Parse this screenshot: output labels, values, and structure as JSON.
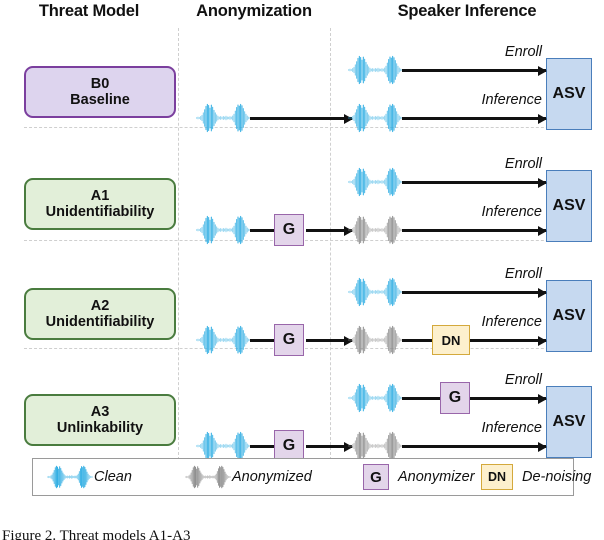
{
  "headers": {
    "threat_model": "Threat Model",
    "anonymization": "Anonymization",
    "speaker_inference": "Speaker Inference"
  },
  "labels": {
    "enroll": "Enroll",
    "inference": "Inference",
    "asv": "ASV",
    "anonymizer_symbol": "G",
    "denoise_symbol": "DN"
  },
  "colors": {
    "clean_wave": "#29ABE2",
    "anon_wave": "#8a8a8a",
    "baseline_fill": "#ddd4ee",
    "baseline_border": "#7b3f9e",
    "threat_fill": "#e2efd9",
    "threat_border": "#4a7c3f",
    "asv_fill": "#c6d9f0",
    "asv_border": "#4a7ebb",
    "anonymizer_fill": "#e3d5ea",
    "anonymizer_border": "#9966aa",
    "denoise_fill": "#fdf0cd",
    "denoise_border": "#d4a93c",
    "grid_dash": "#cfcfcf",
    "arrow": "#111111"
  },
  "rows": [
    {
      "id": "B0",
      "name_line1": "B0",
      "name_line2": "Baseline",
      "style": "baseline",
      "anonymization": {
        "has_input_wave": true,
        "has_anonymizer": false
      },
      "enroll": {
        "wave": "clean",
        "has_anonymizer": false,
        "has_denoise": false
      },
      "inference": {
        "wave": "clean",
        "has_denoise": false
      }
    },
    {
      "id": "A1",
      "name_line1": "A1",
      "name_line2": "Unidentifiability",
      "style": "green",
      "anonymization": {
        "has_input_wave": true,
        "has_anonymizer": true
      },
      "enroll": {
        "wave": "clean",
        "has_anonymizer": false,
        "has_denoise": false
      },
      "inference": {
        "wave": "anonymized",
        "has_denoise": false
      }
    },
    {
      "id": "A2",
      "name_line1": "A2",
      "name_line2": "Unidentifiability",
      "style": "green",
      "anonymization": {
        "has_input_wave": true,
        "has_anonymizer": true
      },
      "enroll": {
        "wave": "clean",
        "has_anonymizer": false,
        "has_denoise": false
      },
      "inference": {
        "wave": "anonymized",
        "has_denoise": true
      }
    },
    {
      "id": "A3",
      "name_line1": "A3",
      "name_line2": "Unlinkability",
      "style": "green",
      "anonymization": {
        "has_input_wave": true,
        "has_anonymizer": true
      },
      "enroll": {
        "wave": "clean",
        "has_anonymizer": true,
        "has_denoise": false
      },
      "inference": {
        "wave": "anonymized",
        "has_denoise": false
      }
    }
  ],
  "legend": [
    {
      "kind": "wave",
      "variant": "clean",
      "text": "Clean"
    },
    {
      "kind": "wave",
      "variant": "anonymized",
      "text": "Anonymized"
    },
    {
      "kind": "box",
      "variant": "g",
      "symbol": "G",
      "text": "Anonymizer"
    },
    {
      "kind": "box",
      "variant": "dn",
      "symbol": "DN",
      "text": "De-noising"
    }
  ],
  "caption": "Figure 2. Threat models A1-A3 "
}
